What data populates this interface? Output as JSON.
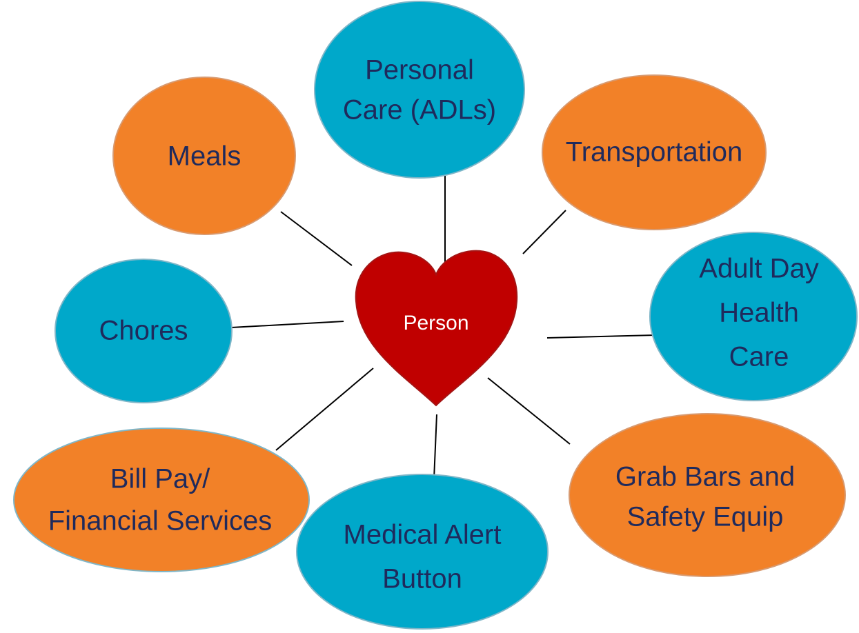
{
  "colors": {
    "teal": "#00A8CA",
    "orange": "#F28128",
    "heart": "#C00000",
    "node_text": "#1F2A5C",
    "center_text": "#FFFFFF",
    "outline_teal": "#7FB6C8",
    "outline_orange": "#D89A70"
  },
  "center": {
    "label": "Person",
    "shape": "heart-icon"
  },
  "nodes": [
    {
      "id": "personal-care",
      "lines": [
        "Personal",
        "Care (ADLs)"
      ],
      "color": "teal"
    },
    {
      "id": "transportation",
      "lines": [
        "Transportation"
      ],
      "color": "orange"
    },
    {
      "id": "adult-day-health-care",
      "lines": [
        "Adult Day",
        "Health",
        "Care"
      ],
      "color": "teal"
    },
    {
      "id": "grab-bars",
      "lines": [
        "Grab Bars and",
        "Safety Equip"
      ],
      "color": "orange"
    },
    {
      "id": "medical-alert",
      "lines": [
        "Medical Alert",
        "Button"
      ],
      "color": "teal"
    },
    {
      "id": "bill-pay",
      "lines": [
        "Bill Pay/",
        "Financial Services"
      ],
      "color": "orange"
    },
    {
      "id": "chores",
      "lines": [
        "Chores"
      ],
      "color": "teal"
    },
    {
      "id": "meals",
      "lines": [
        "Meals"
      ],
      "color": "orange"
    }
  ]
}
